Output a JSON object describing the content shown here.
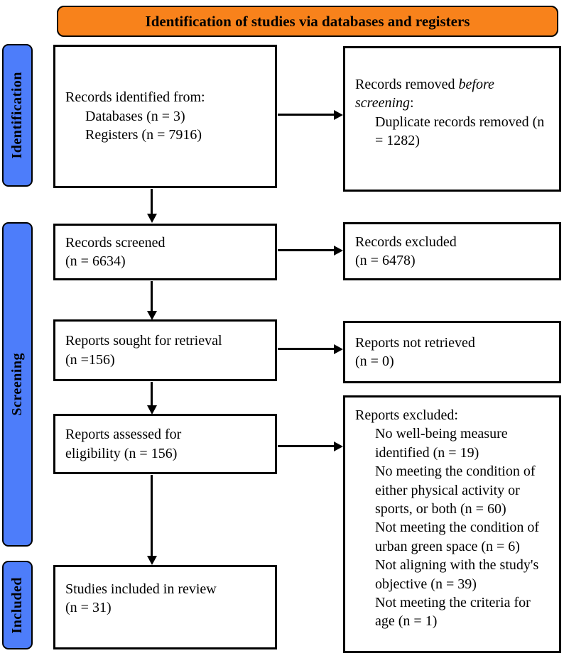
{
  "banner": {
    "title": "Identification of studies via databases and registers"
  },
  "sidebar": {
    "items": [
      {
        "label": "Identification"
      },
      {
        "label": "Screening"
      },
      {
        "label": "Included"
      }
    ]
  },
  "colors": {
    "banner_orange": "#F8821B",
    "sidebar_blue": "#4D7DFA",
    "box_border": "#000000",
    "background": "#FFFFFF"
  },
  "boxes": {
    "records_identified": {
      "header": "Records identified from:",
      "items": [
        "Databases (n = 3)",
        "Registers (n = 7916)"
      ]
    },
    "records_removed": {
      "text_regular": "Records removed ",
      "text_italic": "before screening",
      "text_colon": ":",
      "items": [
        "Duplicate records removed (n = 1282)"
      ]
    },
    "records_screened": {
      "text": "Records screened\n(n = 6634)"
    },
    "records_excluded": {
      "text": "Records excluded\n(n = 6478)"
    },
    "reports_sought": {
      "text": "Reports sought for retrieval\n(n =156)"
    },
    "reports_not_retrieved": {
      "text": "Reports not retrieved\n(n = 0)"
    },
    "reports_assessed": {
      "text": "Reports assessed for\neligibility (n = 156)"
    },
    "reports_excluded": {
      "header": "Reports excluded:",
      "items": [
        "No well-being measure identified (n = 19)",
        "No meeting the condition of either physical activity or sports, or both (n = 60)",
        "Not meeting the condition of urban green space (n = 6)",
        "Not aligning with the study's objective (n = 39)",
        "Not meeting the criteria for age (n = 1)"
      ]
    },
    "studies_included": {
      "text": "Studies included in review\n(n = 31)"
    }
  }
}
